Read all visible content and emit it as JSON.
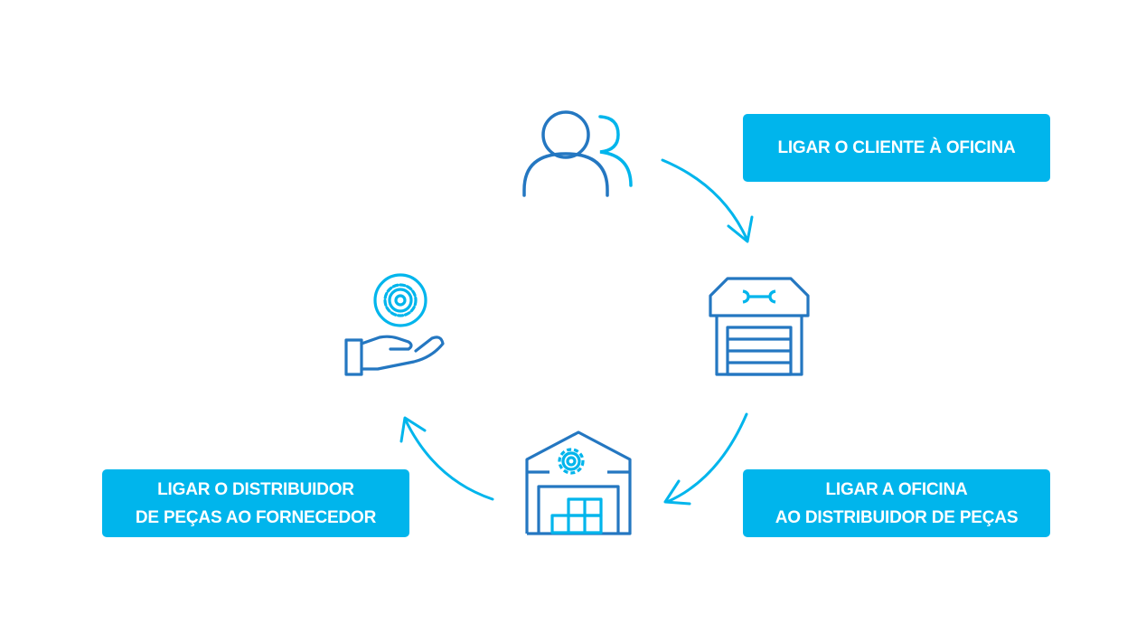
{
  "colors": {
    "dark_blue": "#2477c1",
    "light_blue": "#00b5ec",
    "label_bg": "#00b5ec",
    "label_text": "#ffffff",
    "background": "#ffffff"
  },
  "nodes": [
    {
      "id": "customer",
      "icon": "users-icon"
    },
    {
      "id": "workshop",
      "icon": "garage-wrench-icon"
    },
    {
      "id": "distributor",
      "icon": "warehouse-gear-icon"
    },
    {
      "id": "supplier",
      "icon": "hand-gear-icon"
    }
  ],
  "labels": {
    "step1": {
      "lines": [
        "LIGAR O CLIENTE À OFICINA"
      ]
    },
    "step2": {
      "lines": [
        "LIGAR A OFICINA",
        "AO DISTRIBUIDOR DE PEÇAS"
      ]
    },
    "step3": {
      "lines": [
        "LIGAR O DISTRIBUIDOR",
        "DE PEÇAS AO FORNECEDOR"
      ]
    }
  },
  "edges": [
    {
      "from": "customer",
      "to": "workshop"
    },
    {
      "from": "workshop",
      "to": "distributor"
    },
    {
      "from": "distributor",
      "to": "supplier"
    }
  ]
}
